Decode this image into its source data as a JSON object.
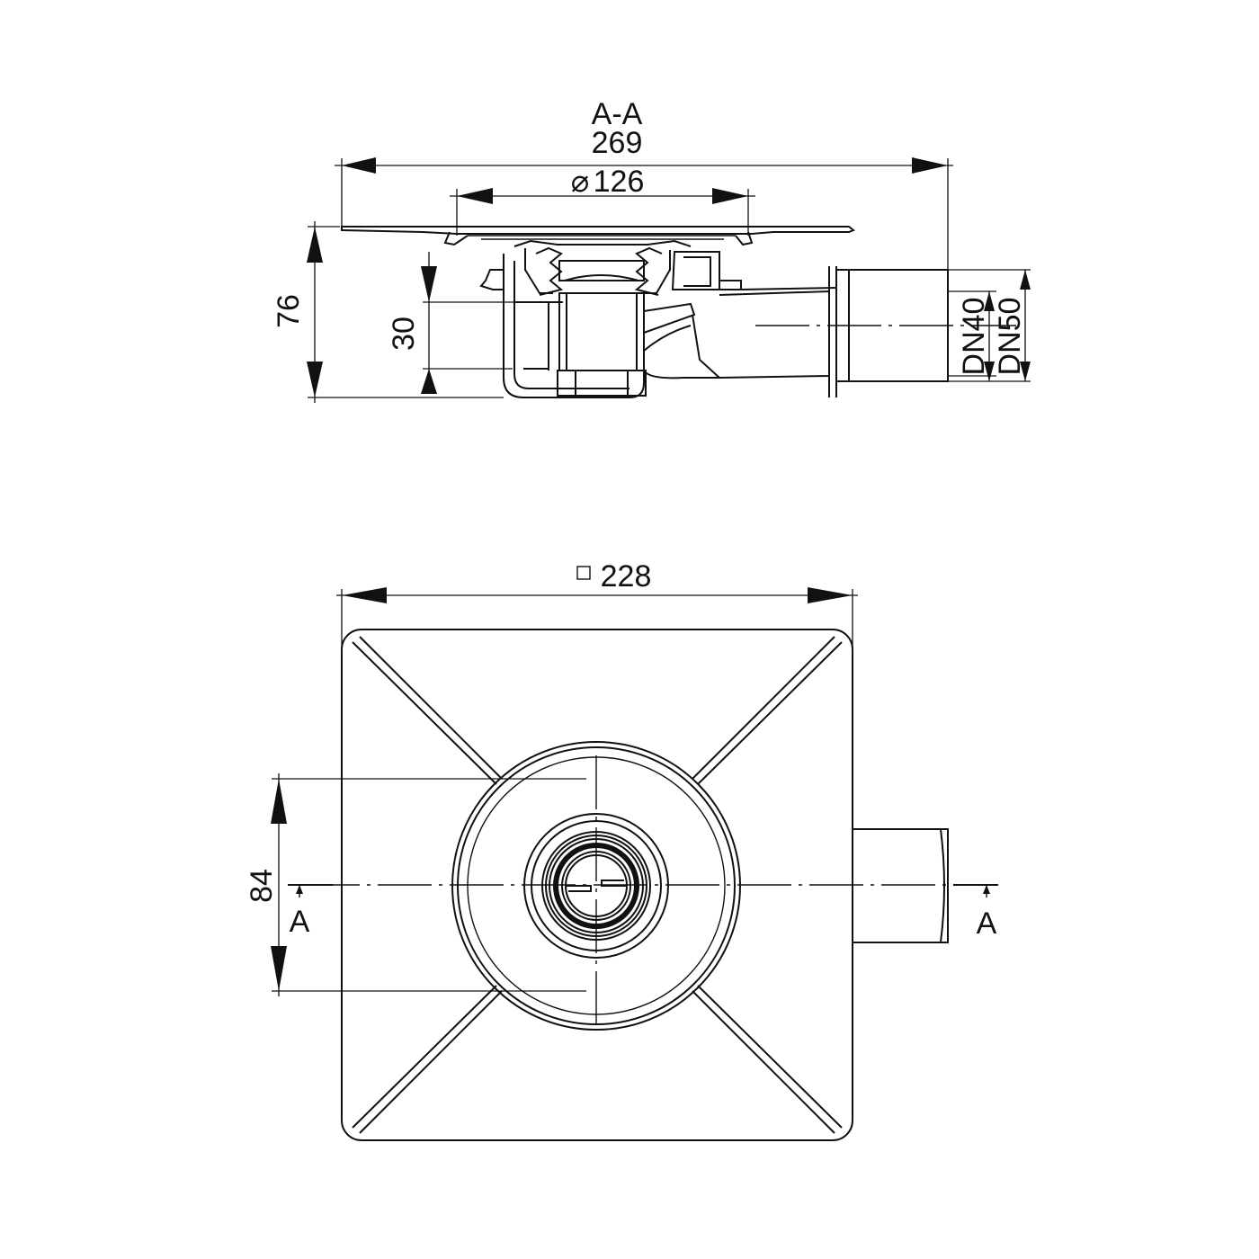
{
  "section_title": "A-A",
  "dimensions": {
    "overall_length": "269",
    "grate_diameter_symbol": "⌀",
    "grate_diameter": "126",
    "total_height": "76",
    "water_seal_height": "30",
    "outlet_inner": "DN40",
    "outlet_outer": "DN50",
    "body_square_symbol": "□",
    "body_square": "228",
    "center_to_edge": "84"
  },
  "section_marks": {
    "left": "A",
    "right": "A"
  }
}
